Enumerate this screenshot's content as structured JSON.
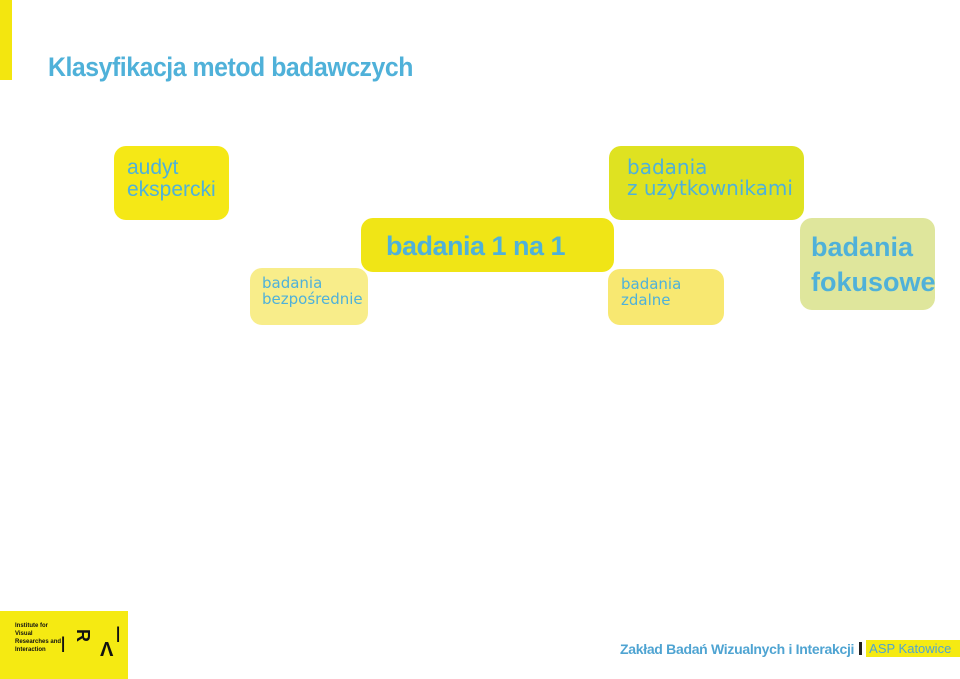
{
  "title": "Klasyfikacja metod badawczych",
  "boxes": {
    "audyt": [
      "audyt",
      "ekspercki"
    ],
    "direct": [
      "badania",
      "bezpośrednie"
    ],
    "one_on_one": [
      "badania 1 na 1"
    ],
    "users": [
      "badania",
      "z użytkownikami"
    ],
    "remote": [
      "badania",
      "zdalne"
    ],
    "focus": [
      "badania",
      "fokusowe"
    ]
  },
  "logo": {
    "lines": [
      "Institute for",
      "Visual",
      "Researches and",
      "Interaction"
    ],
    "glyphs": [
      "I",
      "R",
      "V",
      "I"
    ]
  },
  "footer": {
    "department": "Zakład Badań Wizualnych i Interakcji",
    "school": "ASP Katowice"
  },
  "colors": {
    "accent_blue": "#4fb1d9",
    "yellow": "#f5e816",
    "lime": "#dfe221",
    "pale_yellow": "#f8ed8a",
    "pale_green": "#dfe69c"
  }
}
